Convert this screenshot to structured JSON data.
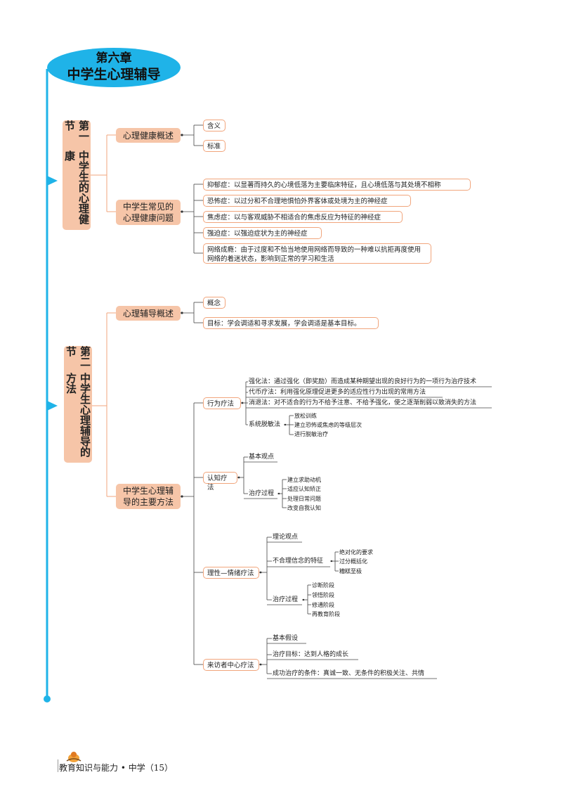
{
  "title": {
    "line1": "第六章",
    "line2": "中学生心理辅导"
  },
  "section1": {
    "label_a": "第一节",
    "label_b": "中学生的心理健康",
    "topic1": {
      "label": "心理健康概述",
      "items": [
        "含义",
        "标准"
      ]
    },
    "topic2": {
      "label_line1": "中学生常见的",
      "label_line2": "心理健康问题",
      "items": [
        "抑郁症：以显著而持久的心境低落为主要临床特征，且心境低落与其处境不相称",
        "恐怖症：以过分和不合理地惧怕外界客体或处境为主的神经症",
        "焦虑症：以与客观威胁不相适合的焦虑反应为特征的神经症",
        "强迫症：以强迫症状为主的神经症",
        "网络成瘾：由于过度和不恰当地使用网络而导致的一种难以抗拒再度使用网络的着迷状态，影响到正常的学习和生活"
      ]
    }
  },
  "section2": {
    "label_a": "第二节",
    "label_b": "中学生心理辅导的方法",
    "topic1": {
      "label": "心理辅导概述",
      "items": [
        "概念",
        "目标：学会调适和寻求发展，学会调适是基本目标。"
      ]
    },
    "topic2": {
      "label_line1": "中学生心理辅",
      "label_line2": "导的主要方法",
      "behavior": {
        "label": "行为疗法",
        "items": [
          "强化法：通过强化（即奖励）而造成某种期望出现的良好行为的一项行为治疗技术",
          "代币疗法：利用强化原理促进更多的适应性行为出现的常用方法",
          "消退法：对不适合的行为不给予注意、不给予强化，使之逐渐削弱以致消失的方法"
        ],
        "desens": {
          "label": "系统脱敏法",
          "items": [
            "放松训练",
            "建立恐怖或焦虑的等级层次",
            "进行脱敏治疗"
          ]
        }
      },
      "cognitive": {
        "label": "认知疗法",
        "viewpoint": "基本观点",
        "process": {
          "label": "治疗过程",
          "items": [
            "建立求助动机",
            "适应认知矫正",
            "处理日常问题",
            "改变自我认知"
          ]
        }
      },
      "rational": {
        "label": "理性—情绪疗法",
        "viewpoint": "理论观点",
        "features": {
          "label": "不合理信念的特征",
          "items": [
            "绝对化的要求",
            "过分概括化",
            "糟糕至极"
          ]
        },
        "process": {
          "label": "治疗过程",
          "items": [
            "诊断阶段",
            "领悟阶段",
            "修通阶段",
            "再教育阶段"
          ]
        }
      },
      "client": {
        "label": "来访者中心疗法",
        "items": [
          "基本假设",
          "治疗目标：达到人格的成长",
          "成功治疗的条件：真诚一致、无条件的积极关注、共情"
        ]
      }
    }
  },
  "footer": "教育知识与能力 • 中学（15）",
  "colors": {
    "axis": "#1fb3e8",
    "box": "#f6c5a8",
    "line": "#f1a57c",
    "wire": "#444444"
  }
}
